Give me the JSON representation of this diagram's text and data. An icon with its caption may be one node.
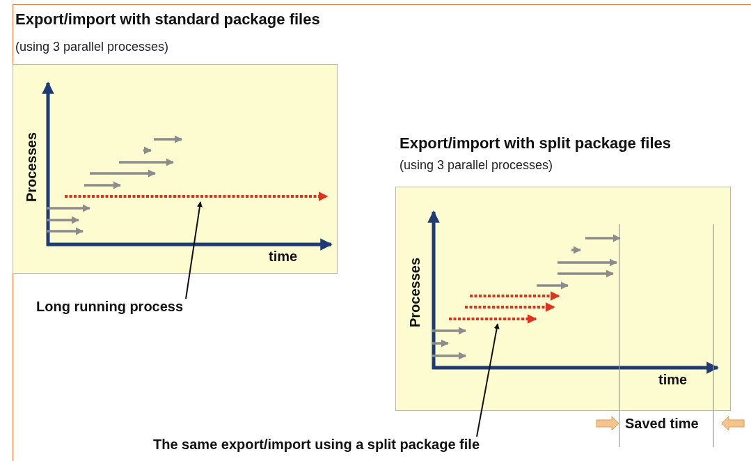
{
  "diagram": {
    "nodes": [
      {
        "text": [
          "Export/import with standard package files",
          "(using 3 parallel processes)"
        ]
      },
      {
        "text": [],
        "shape": "arrow",
        "in": 0
      },
      {
        "text": [
          "Long running process"
        ]
      },
      {
        "text": [
          "Export/import with split package files",
          "(using 3 parallel processes)"
        ]
      },
      {
        "text": [],
        "shape": "arrow",
        "in": 3
      },
      {
        "text": [
          "The same export/import using a split package file"
        ]
      }
    ],
    "edges": [
      {
        "from": 2,
        "to": 1,
        "arrow": "to"
      },
      {
        "from": 5,
        "to": 4,
        "arrow": "to"
      }
    ],
    "labels": [
      "Processes",
      "time",
      "Processes",
      "time",
      "Saved time"
    ]
  }
}
